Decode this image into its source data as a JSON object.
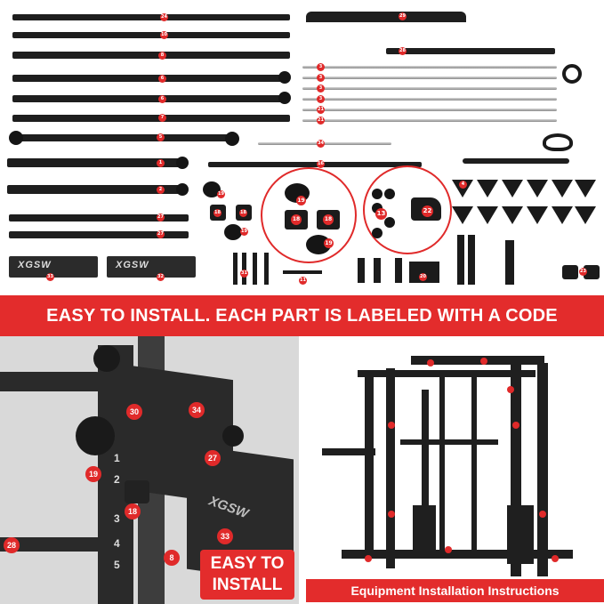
{
  "banner": {
    "text": "EASY TO INSTALL.   EACH PART IS LABELED WITH A CODE"
  },
  "parts": {
    "brand_plates": [
      "XGSW",
      "XGSW"
    ],
    "long_bar_codes": [
      "24",
      "10",
      "8",
      "6",
      "6",
      "7",
      "5",
      "1",
      "2",
      "27",
      "27"
    ],
    "rod_codes": [
      "3",
      "3",
      "3",
      "3",
      "21",
      "21",
      "34"
    ],
    "upper_codes": [
      "29",
      "28",
      "16",
      "4"
    ],
    "lower_codes": [
      "33",
      "32",
      "31",
      "11",
      "20",
      "23"
    ],
    "zoom_left_codes": [
      "19",
      "18",
      "18",
      "19"
    ],
    "zoom_right_codes": [
      "13",
      "22"
    ],
    "pulley_codes": [
      "19",
      "18",
      "18",
      "19"
    ]
  },
  "left_panel": {
    "codes": [
      "30",
      "34",
      "27",
      "19",
      "18",
      "28",
      "33",
      "8"
    ],
    "column_numbers": [
      "1",
      "2",
      "3",
      "4",
      "5"
    ],
    "brand": "XGSW",
    "badge_line1": "EASY TO",
    "badge_line2": "INSTALL"
  },
  "right_panel": {
    "caption": "Equipment Installation Instructions"
  },
  "colors": {
    "accent": "#e32c2c",
    "steel": "#1e1e1e"
  }
}
